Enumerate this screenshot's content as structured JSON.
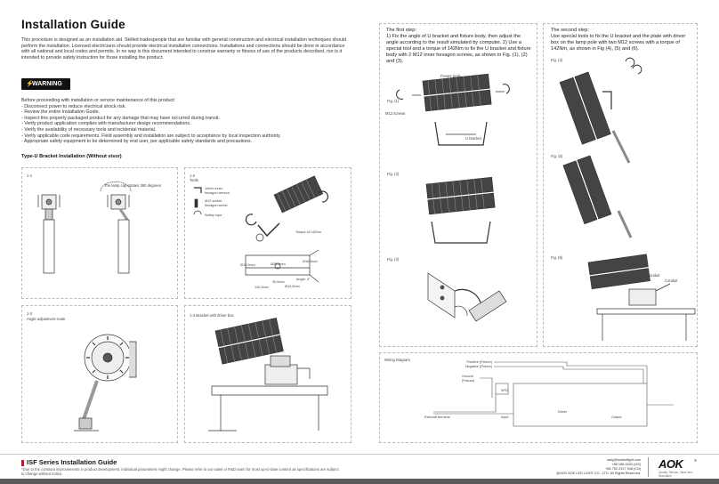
{
  "title": "Installation Guide",
  "intro": "This procedure is designed as an installation aid. Skilled tradespeople that are familiar with general construction and electrical installation techniques should perform the installation. Licensed electricians should provide electrical installation connections. Installations and connections should be done in accordance with all national and local codes and permits. In no way is this document intended to construe warranty or fitness of use of the products described, nor is it intended to provide safety instruction for those installing the product.",
  "warning_label": "WARNING",
  "warning_lines": [
    "Before proceeding with installation or service maintenance of this product:",
    "- Disconnect power to reduce electrical shock risk.",
    "- Review the entire Installation Guide.",
    "- Inspect this properly packaged product for any damage that may have occurred during transit.",
    "- Verify product application complies with manufacturer design recommendations.",
    "- Verify the availability of necessary tools and incidental material.",
    "- Verify applicable code requirements. Field assembly and installation are subject to acceptance by local inspection authority.",
    "- Appropriate safety equipment to be determined by end user, per applicable safety standards and precautions."
  ],
  "subhead": "Type-U Bracket Installation (Without visor)",
  "panel_1_1": {
    "num": "1-1",
    "caption": "The lamp cap rotates 360 degrees"
  },
  "panel_1_2": {
    "num": "1-2",
    "tools": "Tools",
    "tool_1": "10mm inner hexagon wrench",
    "tool_2": "M12 socket hexagon screw",
    "tool_3": "Safety rope",
    "torque": "Torque of 142Nm",
    "dims": [
      "Ø13.0mm",
      "Ø20.5mm",
      "Ø16.0mm",
      "30.0mm",
      "Angle: 4°",
      "130.0mm",
      "Ø13.0mm"
    ]
  },
  "panel_1_3": {
    "num": "1-3",
    "caption": "Angle adjustment scale"
  },
  "panel_1_4": {
    "caption": "1-4 Bracket with driver box"
  },
  "step1": {
    "heading": "The first step:",
    "body": "1) Fix the angle of U bracket and fixture body, then adjust the angle according to the result simulated by computer. 2) Use a special tool and a torque of 142Nm to fix the U bracket and fixture body with 2 M12 inner hexagon screws, as shown in Fig. (1), (2) and (3).",
    "fig1": "Fig. (1)",
    "fig2": "Fig. (2)",
    "fig3": "Fig. (3)",
    "fixture_body": "Fixture body",
    "m12_screws": "M12 screws",
    "u_bracket": "U bracket"
  },
  "step2": {
    "heading": "The second step:",
    "body": "Use special tools to fix the U bracket and the plate with driver box on the lamp pole with two M12 screws with a torque of 142Nm, as shown in Fig (4), (5) and (6).",
    "fig4": "Fig. (4)",
    "fig5": "Fig. (5)",
    "fig6": "Fig. (6)",
    "conduit_1": "Conduit",
    "conduit_2": "Conduit"
  },
  "wiring": {
    "title": "Wiring Diagram",
    "positive": "Positive (Fixture)",
    "negative": "Negative (Fixture)",
    "ground": "Ground (Fixture)",
    "spd": "SPD",
    "driver": "Driver",
    "external_terminal": "External terminal",
    "input": "Input",
    "output": "Output"
  },
  "footer": {
    "series": "ISF Series Installation Guide",
    "disclaimer": "*Due to the constant improvements in product development, individual parameters might change. Please refer to our sales or R&D team for most up-to-date content as specifications are subject to change without notice.",
    "contact_lines": [
      "sally@aokledlight.com",
      "+86 186-4002-(US)",
      "+86 752 2317 948 (CN)",
      "@2022 AOK LED LIGHT CO., LTD. All Rights Reserved."
    ],
    "brand": "AOK",
    "tagline": "Quality, Service, Value and Innovation"
  }
}
